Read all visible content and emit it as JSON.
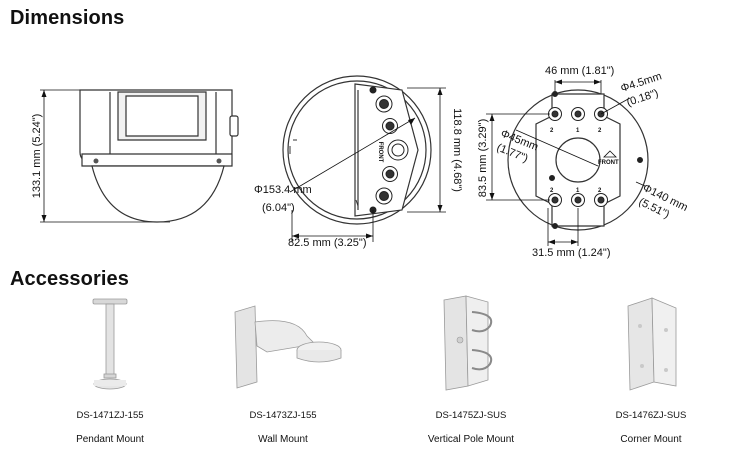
{
  "sections": {
    "dimensions_title": "Dimensions",
    "accessories_title": "Accessories"
  },
  "dimensions": {
    "side_view": {
      "height_label": "133.1 mm (5.24\")"
    },
    "top_view": {
      "diameter_label_mm": "Φ153.4 mm",
      "diameter_label_in": "(6.04\")",
      "height_label": "118.8 mm (4.68\")",
      "width_label": "82.5 mm (3.25\")",
      "front_label": "FRONT"
    },
    "mount_view": {
      "top_label": "46 mm (1.81\")",
      "hole_label_mm": "Φ4.5mm",
      "hole_label_in": "(0.18\")",
      "inner_label_mm": "Φ45mm",
      "inner_label_in": "(1.77\")",
      "front_label": "FRONT",
      "vertical_label": "83.5 mm (3.29\")",
      "outer_label_mm": "Φ140 mm",
      "outer_label_in": "(5.51\")",
      "bottom_label": "31.5 mm (1.24\")",
      "hole_numbers": [
        "2",
        "1",
        "2",
        "2",
        "1",
        "2"
      ]
    }
  },
  "accessories": [
    {
      "model": "DS-1471ZJ-155",
      "name": "Pendant Mount"
    },
    {
      "model": "DS-1473ZJ-155",
      "name": "Wall Mount"
    },
    {
      "model": "DS-1475ZJ-SUS",
      "name": "Vertical Pole Mount"
    },
    {
      "model": "DS-1476ZJ-SUS",
      "name": "Corner Mount"
    }
  ]
}
